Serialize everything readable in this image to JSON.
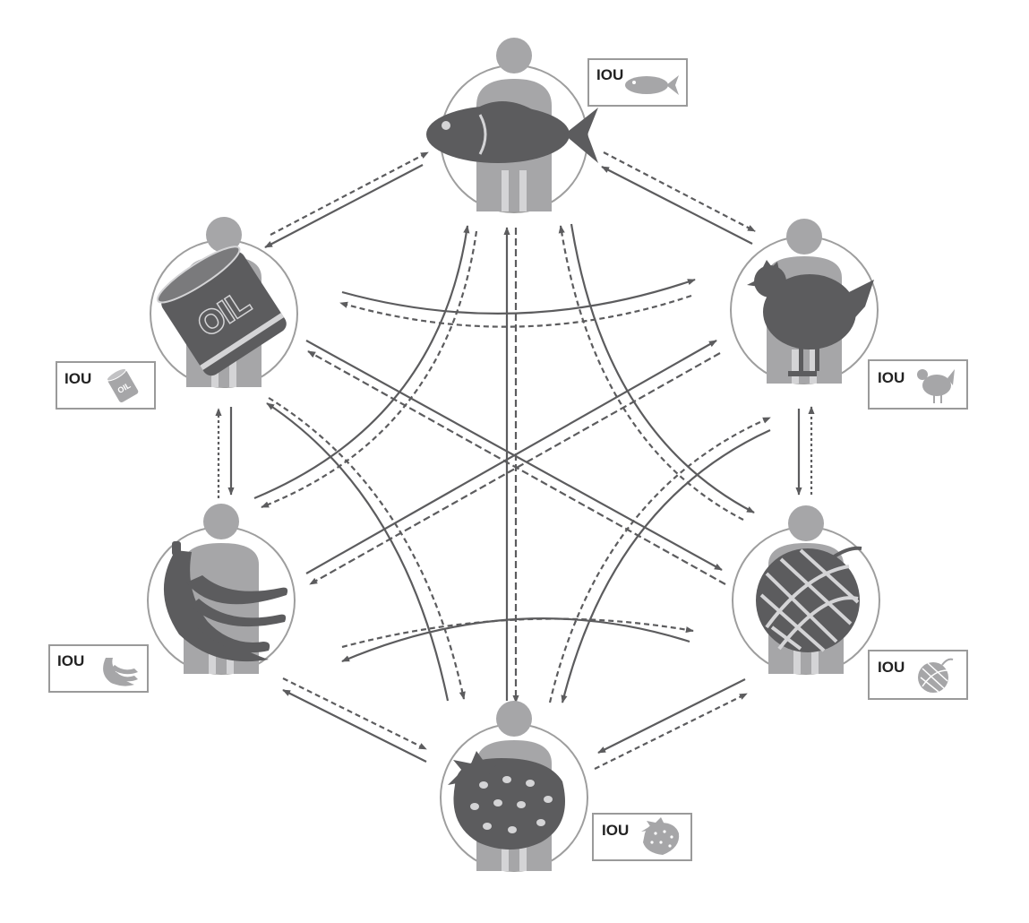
{
  "colors": {
    "dark": "#5c5c5e",
    "medium": "#a6a6a8",
    "light": "#d4d4d6",
    "ring": "#9e9e9e",
    "box": "#9a9a9a",
    "text": "#222222"
  },
  "people": [
    {
      "id": "fish",
      "good_icon": "fish-icon"
    },
    {
      "id": "chicken",
      "good_icon": "chicken-icon"
    },
    {
      "id": "yarn",
      "good_icon": "yarn-ball-icon"
    },
    {
      "id": "strawberry",
      "good_icon": "strawberry-icon"
    },
    {
      "id": "bananas",
      "good_icon": "bananas-icon"
    },
    {
      "id": "oil",
      "good_icon": "oil-can-icon"
    }
  ],
  "oil_label": "OIL",
  "iou_notes": [
    {
      "good": "fish",
      "label": "IOU",
      "icon": "fish-icon"
    },
    {
      "good": "chicken",
      "label": "IOU",
      "icon": "chicken-icon"
    },
    {
      "good": "yarn",
      "label": "IOU",
      "icon": "yarn-ball-icon"
    },
    {
      "good": "strawberry",
      "label": "IOU",
      "icon": "strawberry-icon"
    },
    {
      "good": "bananas",
      "label": "IOU",
      "icon": "bananas-icon"
    },
    {
      "good": "oil",
      "label": "IOU",
      "icon": "oil-can-icon"
    }
  ],
  "exchanges": [
    {
      "between": [
        "fish",
        "chicken"
      ]
    },
    {
      "between": [
        "fish",
        "yarn"
      ]
    },
    {
      "between": [
        "fish",
        "strawberry"
      ]
    },
    {
      "between": [
        "fish",
        "bananas"
      ]
    },
    {
      "between": [
        "fish",
        "oil"
      ]
    },
    {
      "between": [
        "chicken",
        "yarn"
      ]
    },
    {
      "between": [
        "chicken",
        "strawberry"
      ]
    },
    {
      "between": [
        "chicken",
        "bananas"
      ]
    },
    {
      "between": [
        "chicken",
        "oil"
      ]
    },
    {
      "between": [
        "yarn",
        "strawberry"
      ]
    },
    {
      "between": [
        "yarn",
        "bananas"
      ]
    },
    {
      "between": [
        "yarn",
        "oil"
      ]
    },
    {
      "between": [
        "strawberry",
        "bananas"
      ]
    },
    {
      "between": [
        "strawberry",
        "oil"
      ]
    },
    {
      "between": [
        "bananas",
        "oil"
      ]
    }
  ],
  "line_styles": {
    "goods": "solid",
    "iou": "dashed"
  }
}
